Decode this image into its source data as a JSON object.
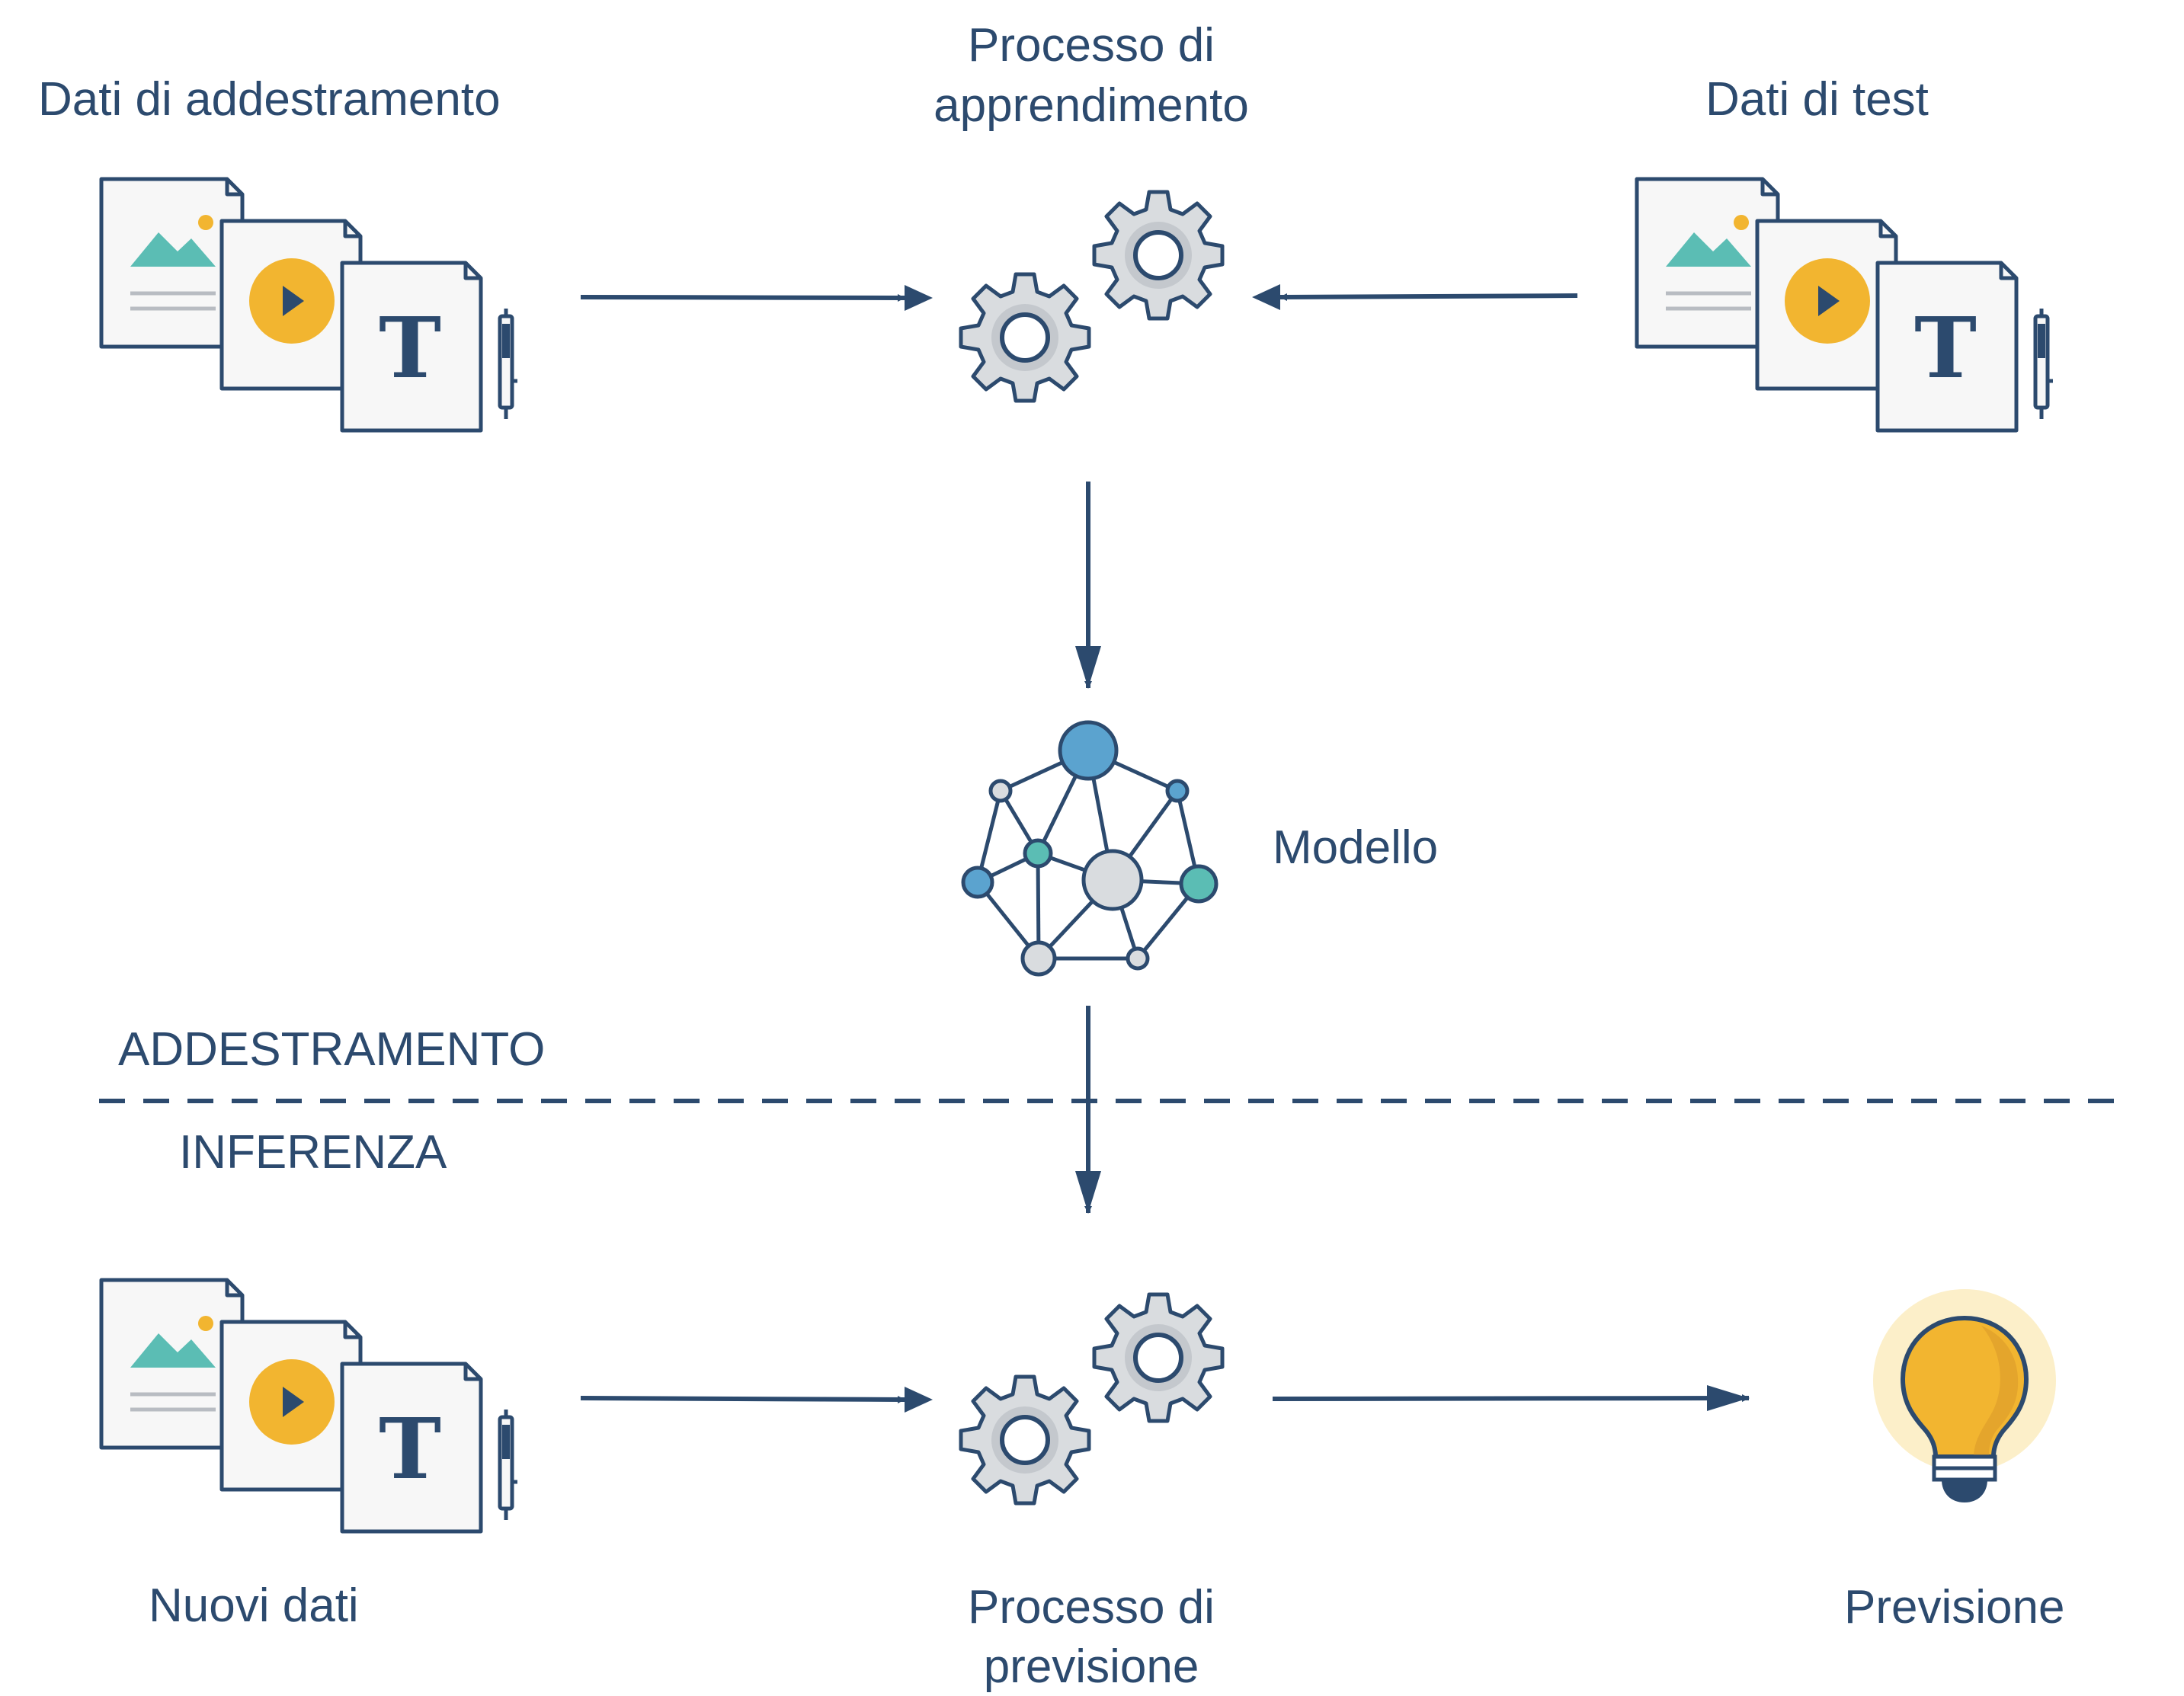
{
  "top": {
    "training_data_label": "Dati di addestramento",
    "learning_process_label_line1": "Processo di",
    "learning_process_label_line2": "apprendimento",
    "test_data_label": "Dati di test"
  },
  "middle": {
    "model_label": "Modello"
  },
  "phases": {
    "training_phase_label": "ADDESTRAMENTO",
    "inference_phase_label": "INFERENZA"
  },
  "bottom": {
    "new_data_label": "Nuovi dati",
    "prediction_process_label_line1": "Processo di",
    "prediction_process_label_line2": "previsione",
    "prediction_label": "Previsione"
  },
  "icons": {
    "document_stack": "document-stack-icon",
    "gears": "gears-icon",
    "network": "neural-network-icon",
    "lightbulb": "lightbulb-icon"
  },
  "colors": {
    "text": "#2c4a6e",
    "line": "#2c4a6e",
    "teal": "#5bbdb4",
    "yellow": "#f2b530",
    "gear": "#d9dcdf",
    "node_blue": "#5ba3cf",
    "paper": "#f7f7f7"
  }
}
